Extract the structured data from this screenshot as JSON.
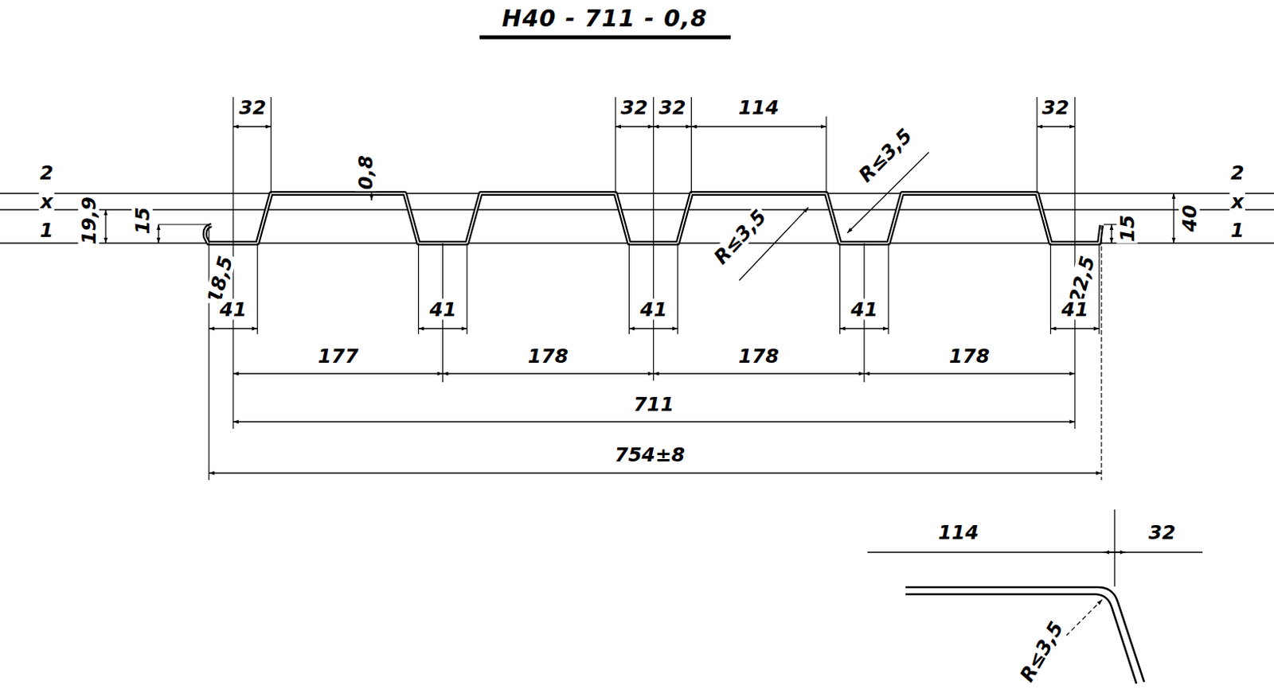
{
  "diagram": {
    "title": "Н40 - 711 - 0,8",
    "labels": [
      "2",
      "x",
      "1",
      "19,9",
      "15",
      "32",
      "0,8",
      "32",
      "32",
      "114",
      "R≤3,5",
      "R≤3,5",
      "32",
      "15",
      "40",
      "2",
      "x",
      "1",
      "18,5",
      "41",
      "41",
      "41",
      "41",
      "22,5",
      "41",
      "177",
      "178",
      "178",
      "178",
      "711",
      "754±8",
      "114",
      "32",
      "R≤3,5"
    ]
  }
}
